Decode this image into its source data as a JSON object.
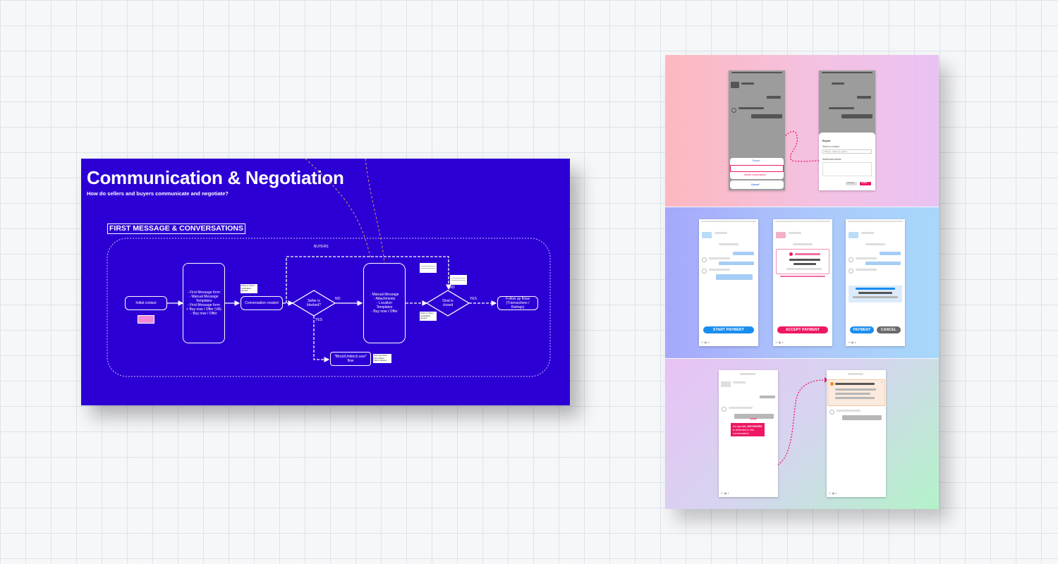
{
  "flow": {
    "title": "Communication & Negotiation",
    "subtitle": "How do sellers and buyers communicate and negotiate?",
    "section": "FIRST MESSAGE & CONVERSATIONS",
    "group_label": "BUYERS",
    "nodes": {
      "initial": "Initial contact",
      "first_message": "- First Message form\n- Manual Message\nTemplates\n- First Message form\n+ Buy now / Offer (VA)\n- Buy now / Offer",
      "conversation": "Conversation created",
      "seller_blocked": "Seller is\nblocked?",
      "manual": "- Manual Message\n- Attachments\n- Location\nTemplates\n- Buy now / Offer",
      "deal_closed": "Deal is\nclosed",
      "follow_up": "Follow up flows\n(Transactions / Ratings)",
      "block_flow": "\"Block/Unblock user\"\nflow"
    },
    "edges": {
      "no1": "NO",
      "yes1": "YES",
      "no2": "NO",
      "yes2": "YES"
    },
    "notes": {
      "n1": "Push or Inbox\nnotification\nserved",
      "n2": "Push or Inbox\nnotification\nserved",
      "n3": "Only personal\ninformation\nthat is shared"
    }
  },
  "screens": {
    "report": {
      "sheet_option_report": "Report",
      "sheet_option_delete": "Delete conversation",
      "sheet_cancel": "Cancel",
      "form_title": "Report",
      "form_reason_label": "Select a reason",
      "form_reason_placeholder": "Please, select an option",
      "form_details_label": "Additional details",
      "form_cancel": "CANCEL",
      "form_submit": "SUBMIT"
    },
    "payment": {
      "start": "START PAYMENT",
      "accept": "ACCEPT PAYMENT",
      "pay": "PAYMENT",
      "cancel": "CANCEL"
    },
    "keyword": {
      "callout_pre": "An specific",
      "callout_bold": "KEYWORD",
      "callout_post": "is detected in the conversation"
    }
  },
  "colors": {
    "board": "#2c00d4",
    "accent": "#ee1763",
    "pay_blue": "#1a8df0",
    "gray_btn": "#6a6a6a"
  }
}
